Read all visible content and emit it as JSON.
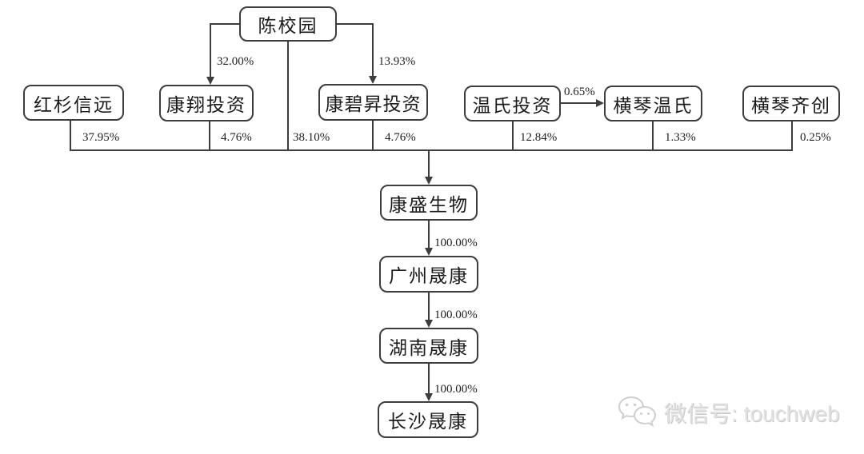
{
  "diagram": {
    "title_hint": "equity-ownership-structure",
    "line_color": "#3d3d3d",
    "box_border_color": "#3d3d3d",
    "box_fill_color": "#ffffff",
    "nodes": {
      "chen_xiaoyuan": "陈校园",
      "hongshan_xinyuan": "红杉信远",
      "kangxiang_touzi": "康翔投资",
      "kangbisheng_touzi": "康碧昇投资",
      "wenshi_touzi": "温氏投资",
      "hengqin_wenshi": "横琴温氏",
      "hengqin_qichuang": "横琴齐创",
      "kangsheng_shengwu": "康盛生物",
      "guangzhou_shengkang": "广州晟康",
      "hunan_shengkang": "湖南晟康",
      "changsha_shengkang": "长沙晟康"
    },
    "ownership": {
      "chen_to_kangxiang": "32.00%",
      "chen_to_kangbisheng": "13.93%",
      "hongshan_to_kangsheng": "37.95%",
      "kangxiang_to_kangsheng": "4.76%",
      "chen_to_kangsheng": "38.10%",
      "kangbisheng_to_kangsheng": "4.76%",
      "wenshi_to_kangsheng": "12.84%",
      "wenshi_to_hengqin_wenshi": "0.65%",
      "hengqin_wenshi_to_kangsheng": "1.33%",
      "hengqin_qichuang_to_kangsheng": "0.25%",
      "kangsheng_to_guangzhou": "100.00%",
      "guangzhou_to_hunan": "100.00%",
      "hunan_to_changsha": "100.00%"
    }
  },
  "watermark": {
    "icon": "wechat-icon",
    "text": "微信号: touchweb",
    "color": "#e2e2e2"
  }
}
